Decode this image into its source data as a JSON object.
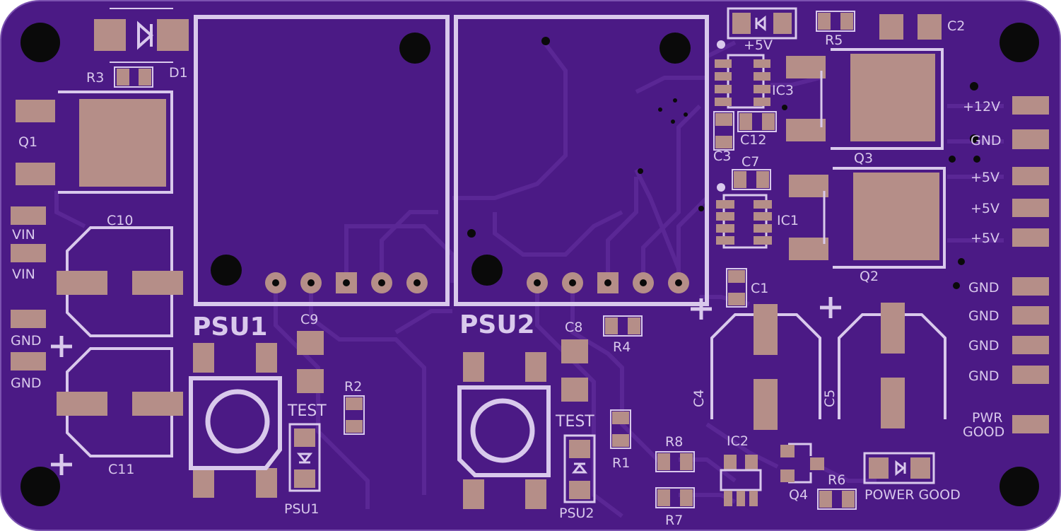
{
  "labels": {
    "r3": "R3",
    "d1": "D1",
    "q1": "Q1",
    "c10": "C10",
    "c11": "C11",
    "vin1": "VIN",
    "vin2": "VIN",
    "gnd_l1": "GND",
    "gnd_l2": "GND",
    "psu1": "PSU1",
    "psu2": "PSU2",
    "c9": "C9",
    "c8": "C8",
    "r2": "R2",
    "r4": "R4",
    "r1": "R1",
    "r8": "R8",
    "r7": "R7",
    "test1": "TEST",
    "test2": "TEST",
    "psu1_led": "PSU1",
    "psu2_led": "PSU2",
    "plus5_top": "+5V",
    "r5": "R5",
    "c2": "C2",
    "ic3": "IC3",
    "c12": "C12",
    "c3": "C3",
    "q3": "Q3",
    "c7": "C7",
    "ic1": "IC1",
    "q2": "Q2",
    "c1": "C1",
    "c4": "C4",
    "c5": "C5",
    "ic2": "IC2",
    "q4": "Q4",
    "r6": "R6",
    "power_good": "POWER GOOD",
    "conn_12v": "+12V",
    "conn_gnd1": "GND",
    "conn_5v1": "+5V",
    "conn_5v2": "+5V",
    "conn_5v3": "+5V",
    "conn_gnd2": "GND",
    "conn_gnd3": "GND",
    "conn_gnd4": "GND",
    "conn_gnd5": "GND",
    "pwr": "PWR",
    "good": "GOOD"
  },
  "colors": {
    "board": "#4b1a85",
    "silk": "#d9c9ec",
    "pad": "#b58e88",
    "trace": "#5a2795"
  }
}
